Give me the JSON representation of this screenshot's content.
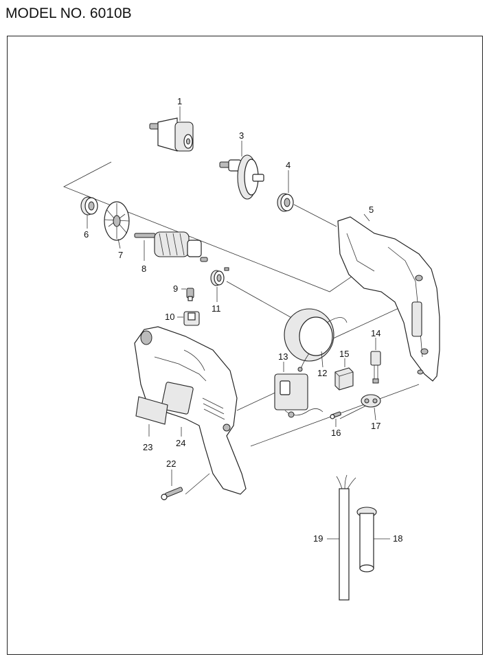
{
  "header": {
    "model": "MODEL NO. 6010B"
  },
  "parts": [
    {
      "id": "part-1",
      "label": "1"
    },
    {
      "id": "part-3",
      "label": "3"
    },
    {
      "id": "part-4",
      "label": "4"
    },
    {
      "id": "part-5",
      "label": "5"
    },
    {
      "id": "part-6",
      "label": "6"
    },
    {
      "id": "part-7",
      "label": "7"
    },
    {
      "id": "part-8",
      "label": "8"
    },
    {
      "id": "part-9",
      "label": "9"
    },
    {
      "id": "part-10",
      "label": "10"
    },
    {
      "id": "part-11",
      "label": "11"
    },
    {
      "id": "part-12",
      "label": "12"
    },
    {
      "id": "part-13",
      "label": "13"
    },
    {
      "id": "part-14",
      "label": "14"
    },
    {
      "id": "part-15",
      "label": "15"
    },
    {
      "id": "part-16",
      "label": "16"
    },
    {
      "id": "part-17",
      "label": "17"
    },
    {
      "id": "part-18",
      "label": "18"
    },
    {
      "id": "part-19",
      "label": "19"
    },
    {
      "id": "part-22",
      "label": "22"
    },
    {
      "id": "part-23",
      "label": "23"
    },
    {
      "id": "part-24",
      "label": "24"
    }
  ]
}
